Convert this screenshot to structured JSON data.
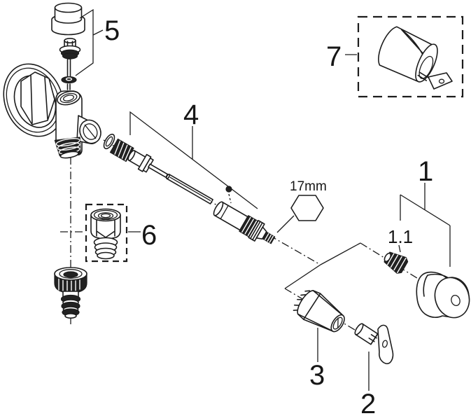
{
  "page": {
    "background": "#ffffff",
    "line_color": "#1c1c1c"
  },
  "diagram": {
    "type": "exploded-parts-diagram",
    "subject": "angle-valve",
    "callouts": {
      "c1": "1",
      "c1_1": "1.1",
      "c2": "2",
      "c3": "3",
      "c4": "4",
      "c5": "5",
      "c6": "6",
      "c7": "7"
    },
    "annotations": {
      "wrench_size": "17mm"
    },
    "parts": [
      {
        "callout": "1",
        "icon": "handle-knob-icon"
      },
      {
        "callout": "1.1",
        "icon": "handle-adapter-icon"
      },
      {
        "callout": "2",
        "icon": "socket-key-icon"
      },
      {
        "callout": "3",
        "icon": "cone-cap-icon"
      },
      {
        "callout": "4",
        "icon": "headwork-cartridge-icon"
      },
      {
        "callout": "5",
        "icon": "screw-cap-assembly-icon"
      },
      {
        "callout": "6",
        "icon": "coupling-adapter-icon"
      },
      {
        "callout": "7",
        "icon": "design-cover-icon"
      },
      {
        "callout": "",
        "icon": "valve-body-icon"
      },
      {
        "callout": "",
        "icon": "hose-union-connector-icon"
      }
    ]
  }
}
